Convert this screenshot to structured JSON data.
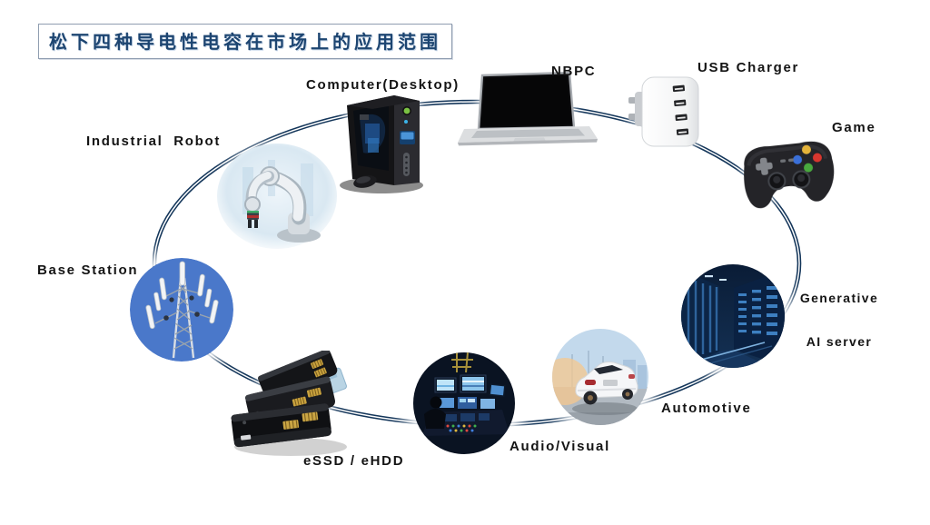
{
  "title": {
    "text": "松下四种导电性电容在市场上的应用范围"
  },
  "colors": {
    "title_text": "#1d4571",
    "ellipse_line": "#14365a",
    "ellipse_highlight": "#ffffff",
    "label_text": "#141414",
    "base_station_circle": "#4a78ca"
  },
  "items": [
    {
      "id": "computer-desktop",
      "label": "Computer(Desktop)"
    },
    {
      "id": "nbpc",
      "label": "NBPC"
    },
    {
      "id": "usb-charger",
      "label": "USB Charger"
    },
    {
      "id": "game",
      "label": "Game"
    },
    {
      "id": "generative-ai-server",
      "label_line1": "Generative",
      "label_line2": "AI server"
    },
    {
      "id": "automotive",
      "label": "Automotive"
    },
    {
      "id": "audio-visual",
      "label": "Audio/Visual"
    },
    {
      "id": "essd-ehdd",
      "label": "eSSD / eHDD"
    },
    {
      "id": "base-station",
      "label": "Base Station"
    },
    {
      "id": "industrial-robot",
      "label": "Industrial  Robot"
    }
  ]
}
